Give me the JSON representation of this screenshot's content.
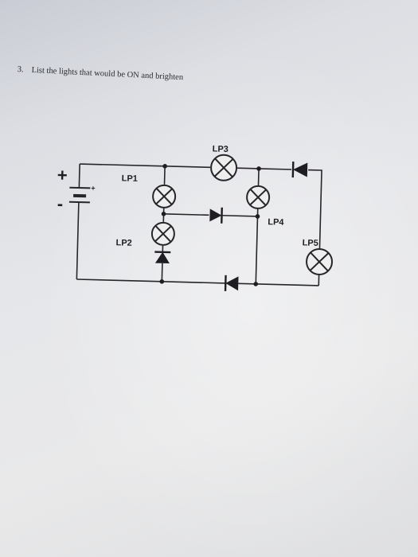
{
  "question": {
    "number": "3.",
    "text": "List the lights that would be ON and brighten"
  },
  "circuit": {
    "battery": {
      "plus_sign": "+",
      "minus_sign": "-",
      "small_plus": "+"
    },
    "lamps": [
      "LP1",
      "LP2",
      "LP3",
      "LP4",
      "LP5"
    ]
  }
}
